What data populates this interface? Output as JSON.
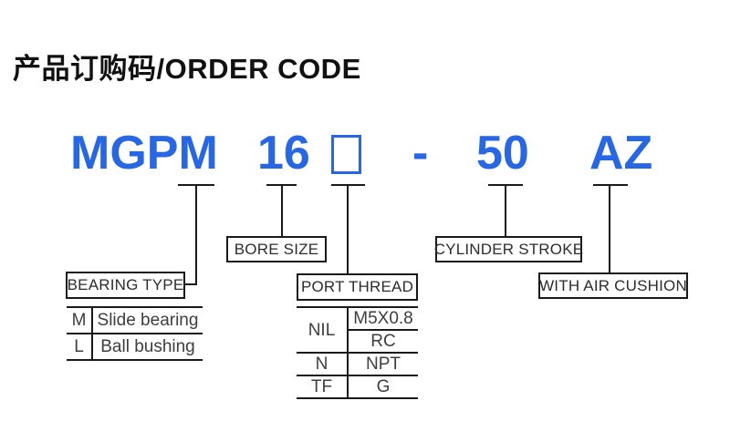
{
  "title": "产品订购码/ORDER CODE",
  "order_code": {
    "model": "MGPM",
    "bore": "16",
    "dash": "-",
    "stroke": "50",
    "suffix": "AZ"
  },
  "callouts": {
    "bearing_type": "BEARING TYPE",
    "bore_size": "BORE SIZE",
    "port_thread": "PORT THREAD",
    "cylinder_stroke": "CYLINDER STROKE",
    "air_cushion": "WITH AIR CUSHION"
  },
  "tables": {
    "bearing": {
      "rows": [
        {
          "code": "M",
          "desc": "Slide bearing"
        },
        {
          "code": "L",
          "desc": "Ball bushing"
        }
      ]
    },
    "port_thread": {
      "nil_code": "NIL",
      "nil_options": [
        "M5X0.8",
        "RC"
      ],
      "rows": [
        {
          "code": "N",
          "desc": "NPT"
        },
        {
          "code": "TF",
          "desc": "G"
        }
      ]
    }
  },
  "colors": {
    "accent": "#2767e6",
    "line": "#1a1a1a"
  }
}
